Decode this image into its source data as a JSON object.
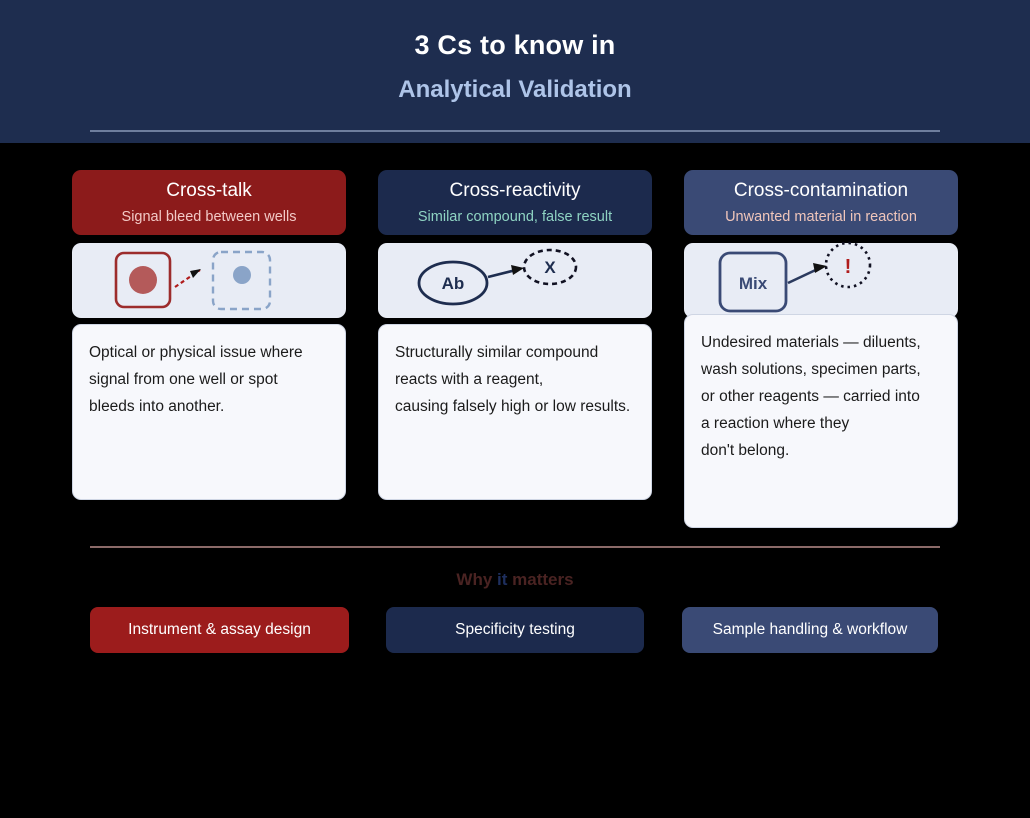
{
  "header": {
    "title": "3 Cs to know in",
    "subtitle": "Analytical Validation"
  },
  "columns": [
    {
      "title": "Cross-talk",
      "subtitle": "Signal bleed between wells",
      "body": "Optical or physical issue where\nsignal from one well or spot\nbleeds into another.",
      "figure": {
        "name": "crosstalk-diagram",
        "source_label": "",
        "target_label": "",
        "source_color": "#9c2c2c",
        "target_color": "#8aa4c8",
        "arrow_style": "dashed"
      }
    },
    {
      "title": "Cross-reactivity",
      "subtitle": "Similar compound, false result",
      "body": "Structurally similar compound\nreacts with a reagent,\ncausing falsely high or low results.",
      "figure": {
        "name": "cross-reactivity-diagram",
        "source_label": "Ab",
        "target_label": "X",
        "source_color": "#1e2d4f",
        "target_color": "#1e2d4f",
        "arrow_style": "solid"
      }
    },
    {
      "title": "Cross-contamination",
      "subtitle": "Unwanted material in reaction",
      "body": "Undesired materials — diluents,\nwash solutions, specimen parts,\nor other reagents — carried into\na reaction where they\ndon't belong.",
      "figure": {
        "name": "cross-contamination-diagram",
        "source_label": "Mix",
        "target_label": "!",
        "source_color": "#3a4a75",
        "target_color": "#b01c1c",
        "arrow_style": "solid"
      }
    }
  ],
  "footer": {
    "why_part1": "Why ",
    "why_part2": "it",
    "why_part3": " matters",
    "chips": [
      "Instrument & assay design",
      "Specificity testing",
      "Sample handling & workflow"
    ]
  },
  "colors": {
    "page_background": "#000000",
    "header_background": "#1e2d4f",
    "accent_red": "#8c1b1b",
    "accent_navy": "#1c2a4d",
    "accent_slate": "#3a4a75",
    "figure_background": "#e8ecf5",
    "body_background": "#f7f8fc"
  }
}
